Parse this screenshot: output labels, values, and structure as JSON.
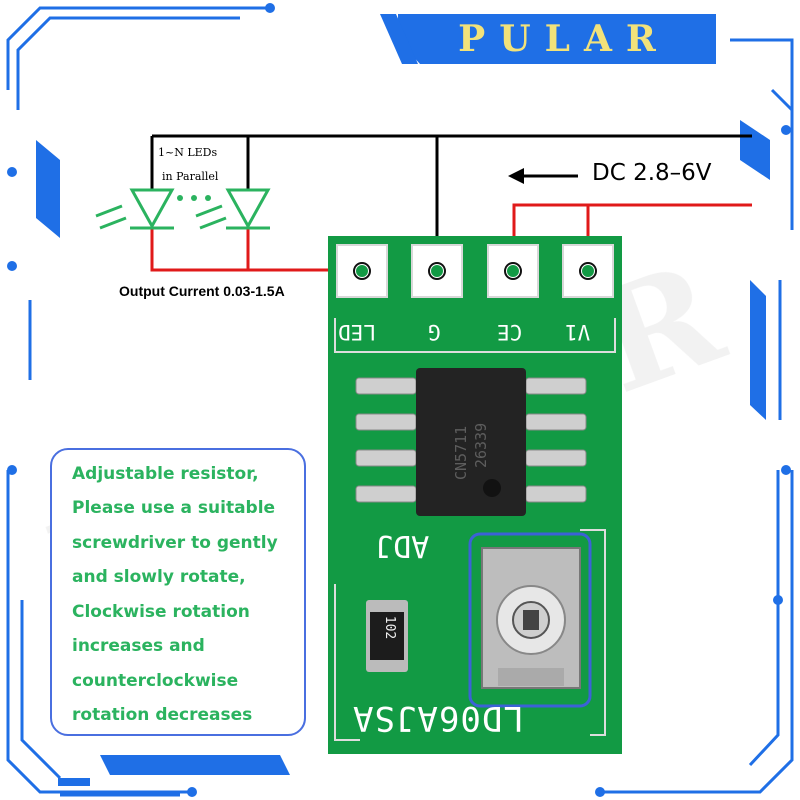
{
  "brand": {
    "name": "PULAR"
  },
  "wiring": {
    "input_voltage": "DC 2.8–6V",
    "led_title": "1~N LEDs",
    "led_subtitle": "in Parallel",
    "output_current": "Output Current 0.03-1.5A"
  },
  "board": {
    "pins": [
      "LED",
      "G",
      "CE",
      "V1"
    ],
    "adj_label": "ADJ",
    "model": "LD06AJSA",
    "chip_marking": [
      "CN5711",
      "26339"
    ],
    "resistor_code": "102"
  },
  "note": {
    "lines": [
      "Adjustable resistor,",
      "Please use a suitable",
      "screwdriver to gently",
      "and slowly rotate,",
      "Clockwise rotation",
      "increases and",
      "counterclockwise",
      "rotation decreases"
    ]
  },
  "colors": {
    "frame_blue": "#1f6fe6",
    "pcb_green": "#129a44",
    "wire_red": "#e01a1a",
    "note_green": "#2bb35f",
    "brand_gold": "#f2e27a"
  }
}
